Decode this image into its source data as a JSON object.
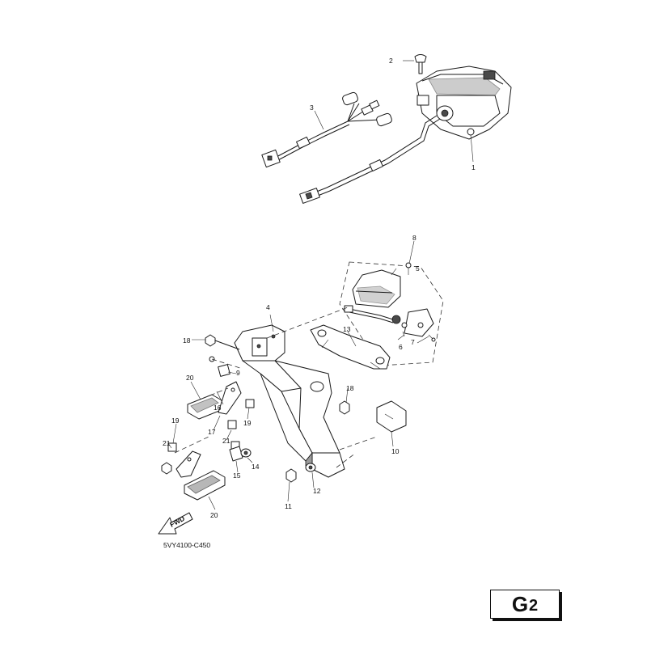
{
  "diagram": {
    "part_code": "5VY4100-C450",
    "page": {
      "letter": "G",
      "number": "2"
    },
    "fwd_label": "FWD",
    "callouts": {
      "c1": "1",
      "c2": "2",
      "c3": "3",
      "c4": "4",
      "c5": "5",
      "c6": "6",
      "c7": "7",
      "c8": "8",
      "c9": "9",
      "c10": "10",
      "c11": "11",
      "c12": "12",
      "c13": "13",
      "c14": "14",
      "c15": "15",
      "c16": "16",
      "c17": "17",
      "c18a": "18",
      "c18b": "18",
      "c19a": "19",
      "c19b": "19",
      "c20a": "20",
      "c20b": "20",
      "c21a": "21",
      "c21b": "21"
    }
  }
}
